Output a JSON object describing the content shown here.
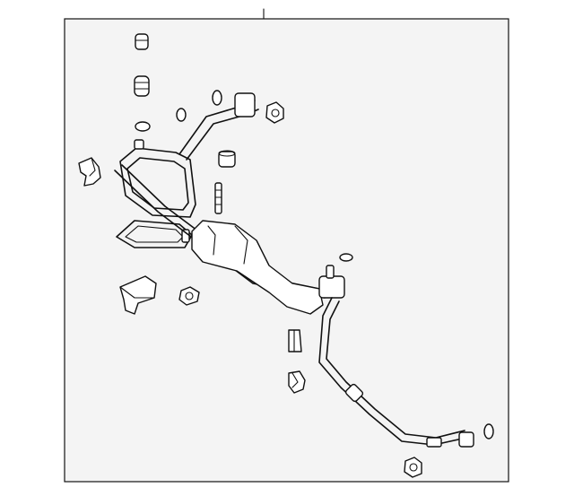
{
  "diagram": {
    "background": "#f4f4f4",
    "line_color": "#111111",
    "parts": [
      "grommet",
      "bumper",
      "o-ring",
      "clip",
      "suction-hose-assembly",
      "nut",
      "bracket",
      "stud",
      "liquid-line",
      "sleeve",
      "retainer"
    ]
  }
}
